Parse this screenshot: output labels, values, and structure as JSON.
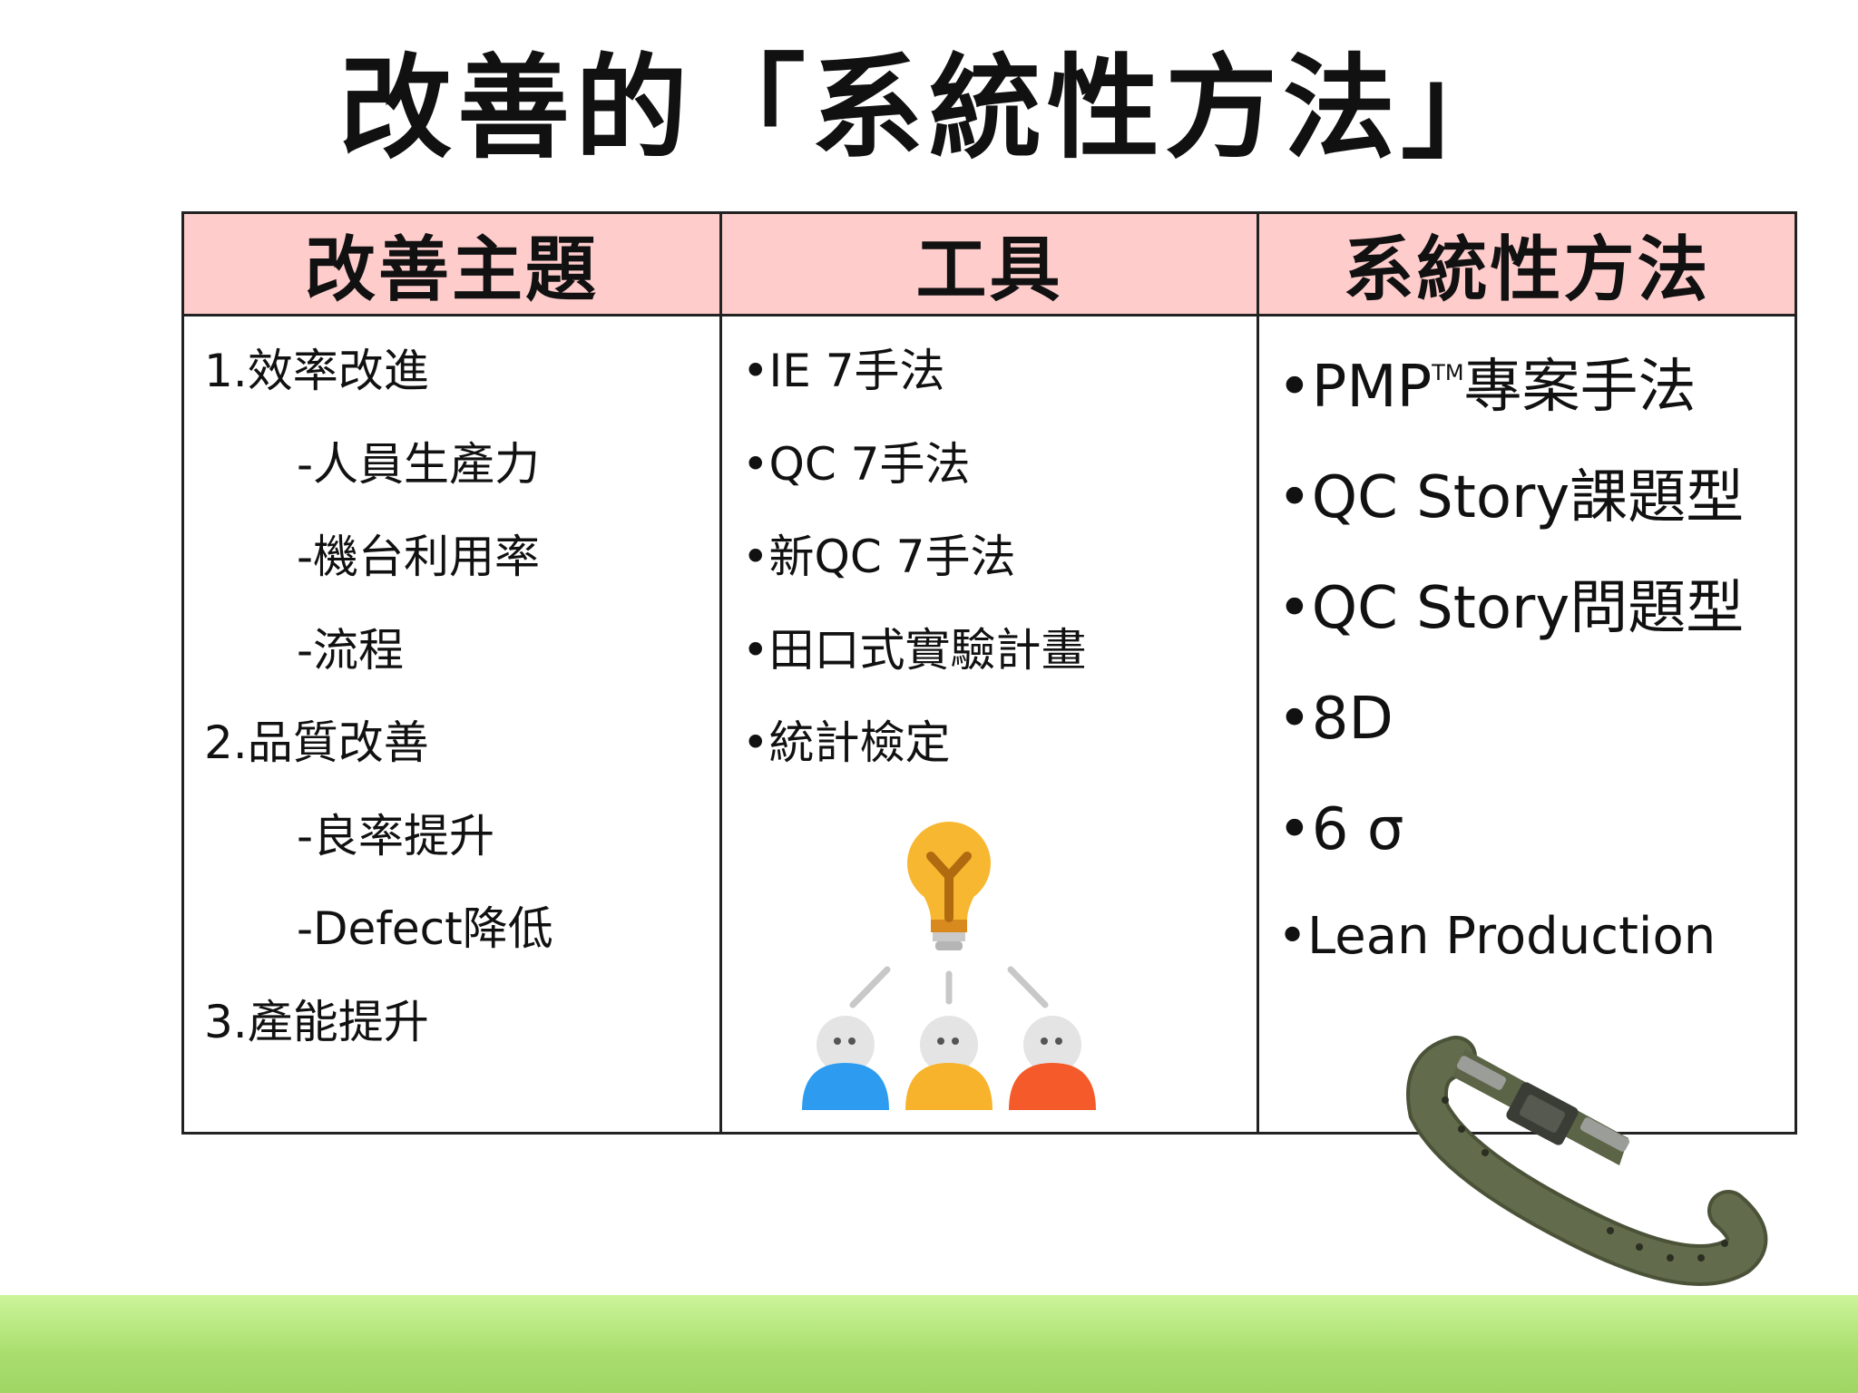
{
  "title": "改善的「系統性方法」",
  "table": {
    "headers": [
      "改善主題",
      "工具",
      "系統性方法"
    ],
    "topics": [
      {
        "text": "1.效率改進",
        "level": 0
      },
      {
        "text": "-人員生產力",
        "level": 1
      },
      {
        "text": "-機台利用率",
        "level": 1
      },
      {
        "text": "-流程",
        "level": 1
      },
      {
        "text": "2.品質改善",
        "level": 0
      },
      {
        "text": "-良率提升",
        "level": 1
      },
      {
        "text": "-Defect降低",
        "level": 1
      },
      {
        "text": "3.產能提升",
        "level": 0
      }
    ],
    "tools": [
      "•IE 7手法",
      "•QC 7手法",
      "•新QC 7手法",
      "•田口式實驗計畫",
      "•統計檢定"
    ],
    "methods": {
      "pmp_prefix": "•PMP",
      "pmp_tm": "TM",
      "pmp_suffix": "專案手法",
      "items": [
        "•QC Story課題型",
        "•QC Story問題型",
        "•8D",
        "•6 σ"
      ],
      "last": "•Lean Production"
    }
  },
  "graphics": {
    "ideas": "lightbulb-people-icon",
    "belt": "military-belt-image"
  },
  "colors": {
    "header_bg": "#ffcccc",
    "band_top": "#ccf59a",
    "band_bottom": "#9fd664",
    "bulb": "#f7b731",
    "person_blue": "#2d9cf0",
    "person_yellow": "#f7b32b",
    "person_red": "#f45a2a",
    "belt": "#5b6446"
  }
}
